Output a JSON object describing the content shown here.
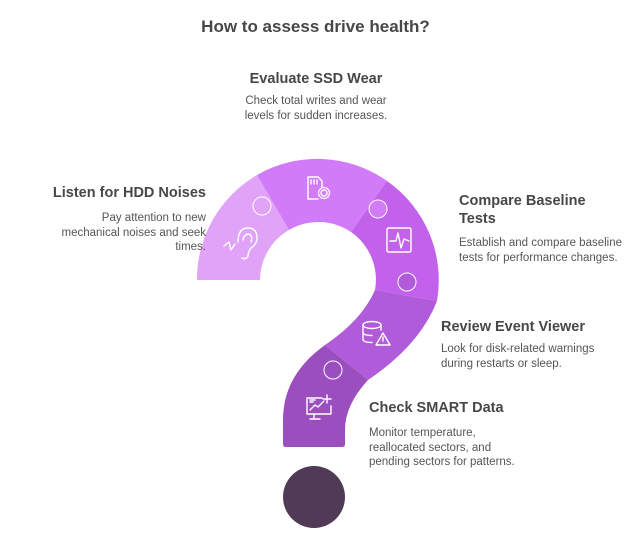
{
  "title": "How to assess drive health?",
  "steps": [
    {
      "title": "Evaluate SSD Wear",
      "desc": "Check total writes and wear levels for sudden increases.",
      "icon": "sd-card-gear-icon",
      "color": "#d27bf8"
    },
    {
      "title": "Listen for HDD Noises",
      "desc": "Pay attention to new mechanical noises and seek times.",
      "icon": "ear-icon",
      "color": "#e0a3f8"
    },
    {
      "title": "Compare Baseline Tests",
      "desc": "Establish and compare baseline tests for performance changes.",
      "icon": "pulse-monitor-icon",
      "color": "#c262ea"
    },
    {
      "title": "Review Event Viewer",
      "desc": "Look for disk-related warnings during restarts or sleep.",
      "icon": "database-warning-icon",
      "color": "#b05bd9"
    },
    {
      "title": "Check SMART Data",
      "desc": "Monitor temperature, reallocated sectors, and pending sectors for patterns.",
      "icon": "monitor-chart-icon",
      "color": "#9b4fbf"
    }
  ],
  "dot_color": "#503a55"
}
